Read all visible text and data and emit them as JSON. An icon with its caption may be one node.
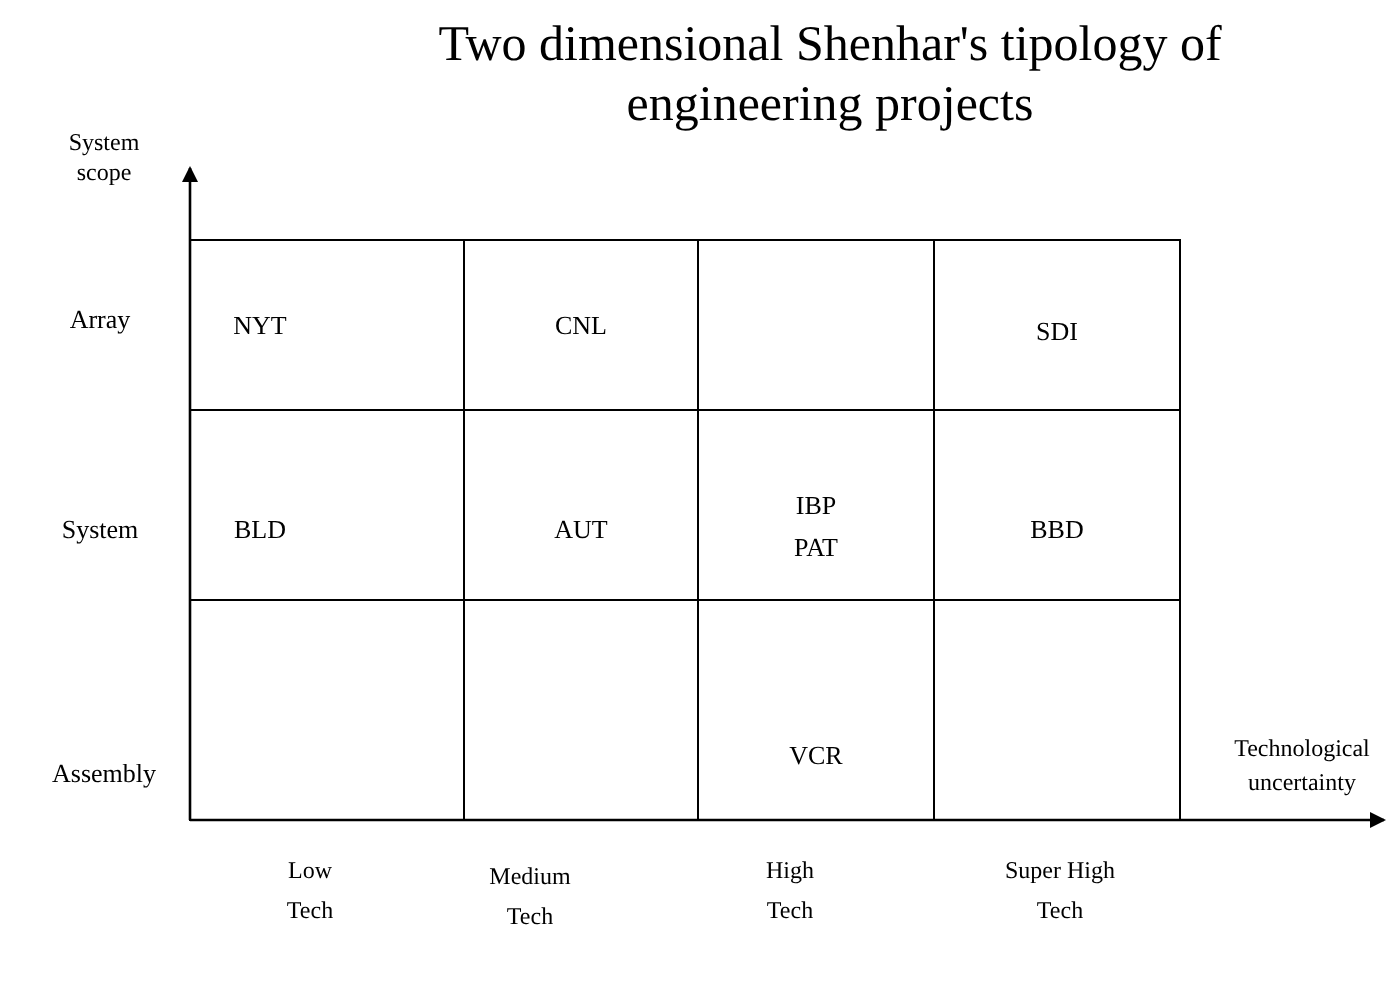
{
  "diagram": {
    "title": "Two dimensional Shenhar's tipology of engineering projects",
    "labels": [
      "System scope",
      "Array",
      "NYT",
      "CNL",
      "SDI",
      "System",
      "BLD",
      "AUT",
      "IBP",
      "PAT",
      "BBD",
      "Assembly",
      "VCR",
      "Technological uncertainty",
      "Low Tech",
      "Medium Tech",
      "High Tech",
      "Super High Tech"
    ]
  }
}
